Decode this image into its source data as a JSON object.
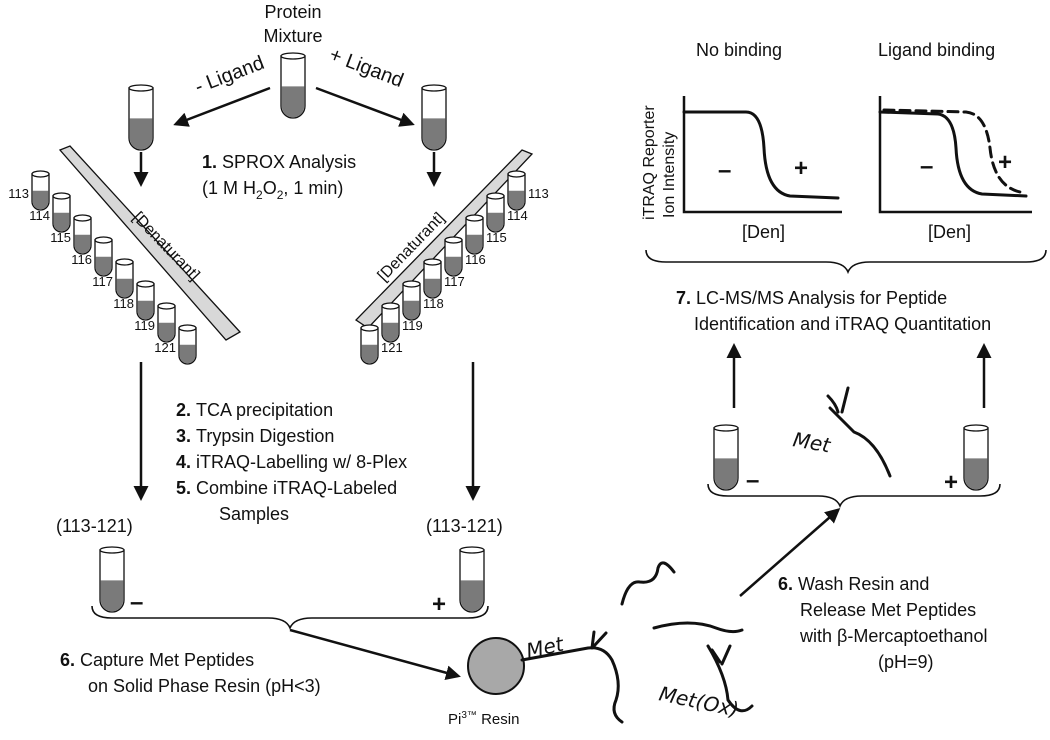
{
  "top": {
    "title_line1": "Protein",
    "title_line2": "Mixture"
  },
  "branches": {
    "minus_ligand": "- Ligand",
    "plus_ligand": "+ Ligand"
  },
  "step1": {
    "num": "1.",
    "label": "SPROX Analysis",
    "cond_prefix": "(1 M H",
    "sub": "2",
    "cond_mid": "O",
    "cond_suffix": ", 1 min)"
  },
  "denaturant": "[Denaturant]",
  "tube_labels": [
    "113",
    "114",
    "115",
    "116",
    "117",
    "118",
    "119",
    "121"
  ],
  "steps_2_5": [
    {
      "num": "2.",
      "text": "TCA precipitation"
    },
    {
      "num": "3.",
      "text": "Trypsin Digestion"
    },
    {
      "num": "4.",
      "text": "iTRAQ-Labelling w/ 8-Plex"
    },
    {
      "num": "5.",
      "text": "Combine iTRAQ-Labeled"
    },
    {
      "num": "",
      "text": "Samples"
    }
  ],
  "range_label": "(113-121)",
  "signs": {
    "minus": "–",
    "plus": "+"
  },
  "step6_capture": {
    "num": "6.",
    "line1": "Capture Met Peptides",
    "line2": "on Solid Phase Resin (pH<3)"
  },
  "resin": {
    "prefix": "Pi",
    "sup": "3™",
    "suffix": " Resin"
  },
  "peptides": {
    "met": "Met",
    "met_ox": "Met(Ox)"
  },
  "step6_wash": {
    "num": "6.",
    "line1": "Wash Resin and",
    "line2": "Release Met Peptides",
    "line3_prefix": "with ",
    "beta": "β",
    "line3_suffix": "-Mercaptoethanol",
    "line4": "(pH=9)"
  },
  "step7": {
    "num": "7.",
    "line1": "LC-MS/MS Analysis for Peptide",
    "line2": "Identification and iTRAQ Quantitation"
  },
  "plots": {
    "no_binding_title": "No binding",
    "ligand_binding_title": "Ligand binding",
    "ylabel_line1": "iTRAQ Reporter",
    "ylabel_line2": "Ion Intensity",
    "xlabel": "[Den]"
  }
}
